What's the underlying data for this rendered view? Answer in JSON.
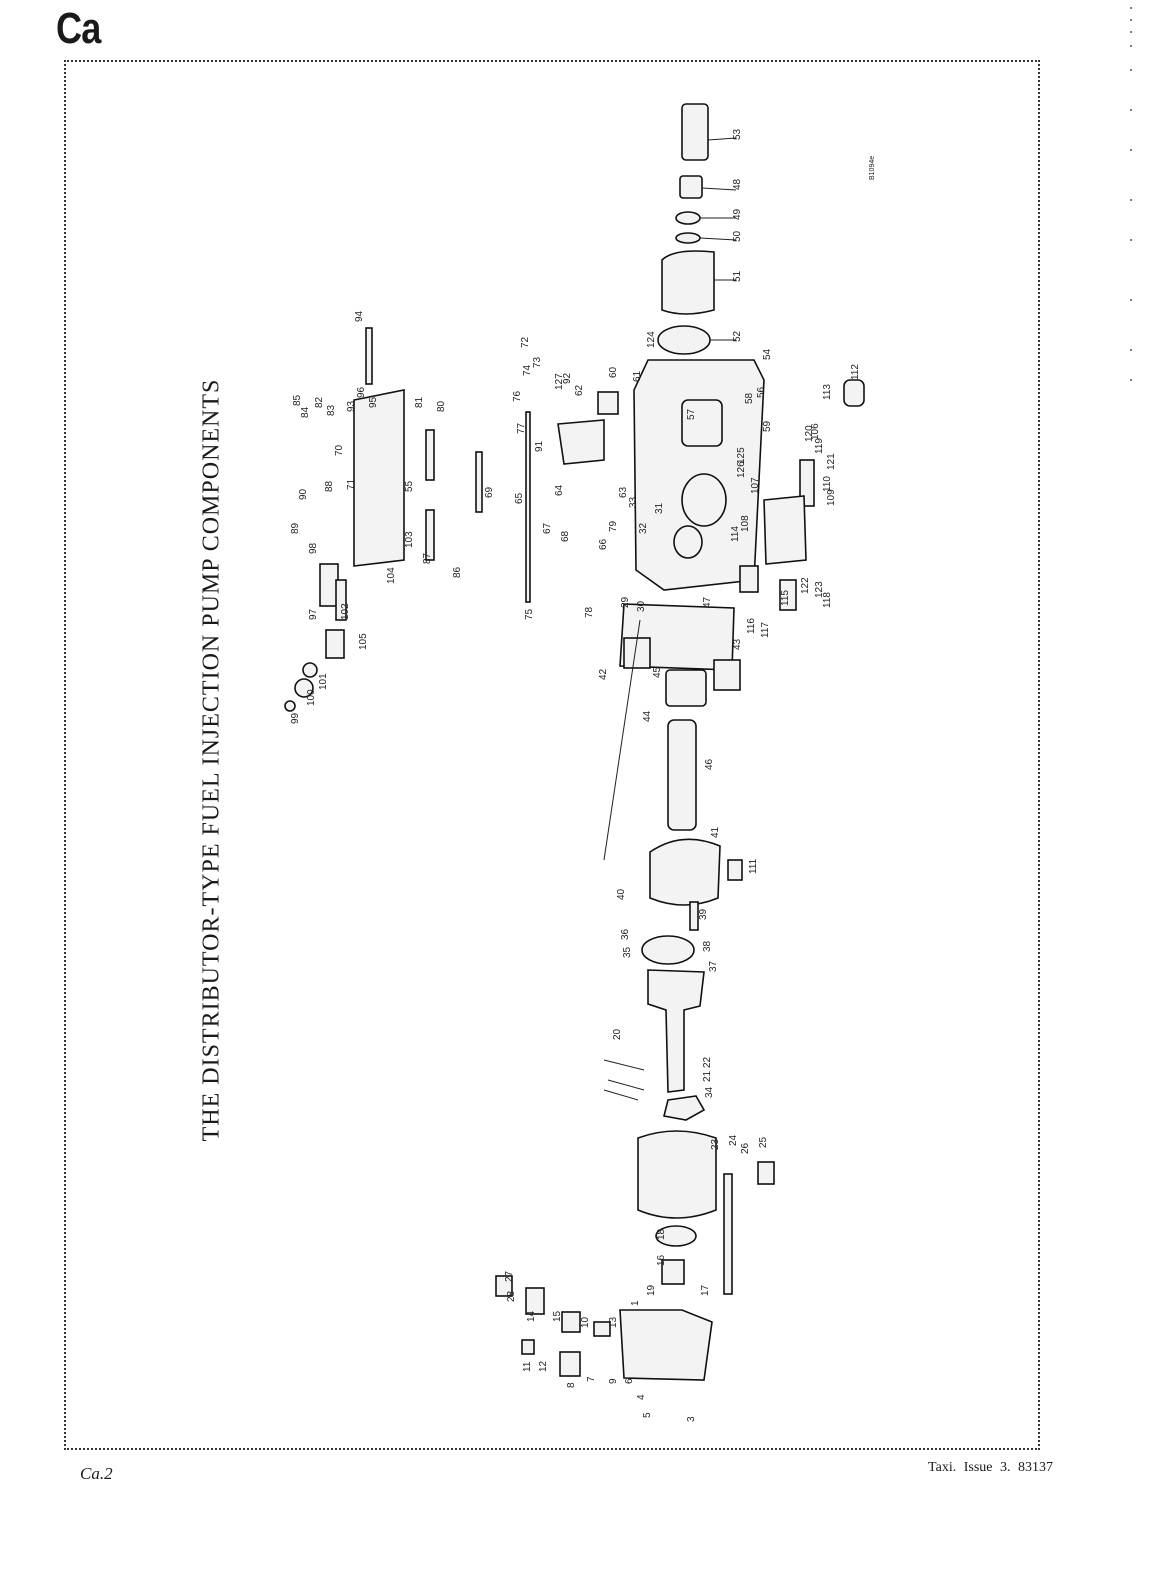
{
  "page": {
    "section_letter": "Ca",
    "title": "THE DISTRIBUTOR-TYPE FUEL INJECTION PUMP COMPONENTS",
    "figure_code": "B1094e",
    "page_number": "Ca.2",
    "issue_info": "Taxi. Issue 3. 83137"
  },
  "diagram": {
    "part_numbers": [
      "1",
      "3",
      "4",
      "5",
      "6",
      "7",
      "8",
      "9",
      "10",
      "11",
      "12",
      "13",
      "14",
      "15",
      "16",
      "17",
      "18",
      "19",
      "20",
      "21",
      "22",
      "23",
      "24",
      "25",
      "26",
      "27",
      "28",
      "29",
      "30",
      "31",
      "32",
      "33",
      "34",
      "35",
      "36",
      "37",
      "38",
      "39",
      "40",
      "41",
      "42",
      "43",
      "44",
      "45",
      "46",
      "47",
      "48",
      "49",
      "50",
      "51",
      "52",
      "53",
      "54",
      "55",
      "56",
      "57",
      "58",
      "59",
      "60",
      "61",
      "62",
      "63",
      "64",
      "65",
      "66",
      "67",
      "68",
      "69",
      "70",
      "71",
      "72",
      "73",
      "74",
      "75",
      "76",
      "77",
      "78",
      "79",
      "80",
      "81",
      "82",
      "83",
      "84",
      "85",
      "86",
      "87",
      "88",
      "89",
      "90",
      "91",
      "92",
      "93",
      "94",
      "95",
      "96",
      "97",
      "98",
      "99",
      "100",
      "101",
      "102",
      "103",
      "104",
      "105",
      "106",
      "107",
      "108",
      "109",
      "110",
      "111",
      "112",
      "113",
      "114",
      "115",
      "116",
      "117",
      "118",
      "119",
      "120",
      "121",
      "122",
      "123",
      "124",
      "125",
      "126",
      "127"
    ]
  }
}
